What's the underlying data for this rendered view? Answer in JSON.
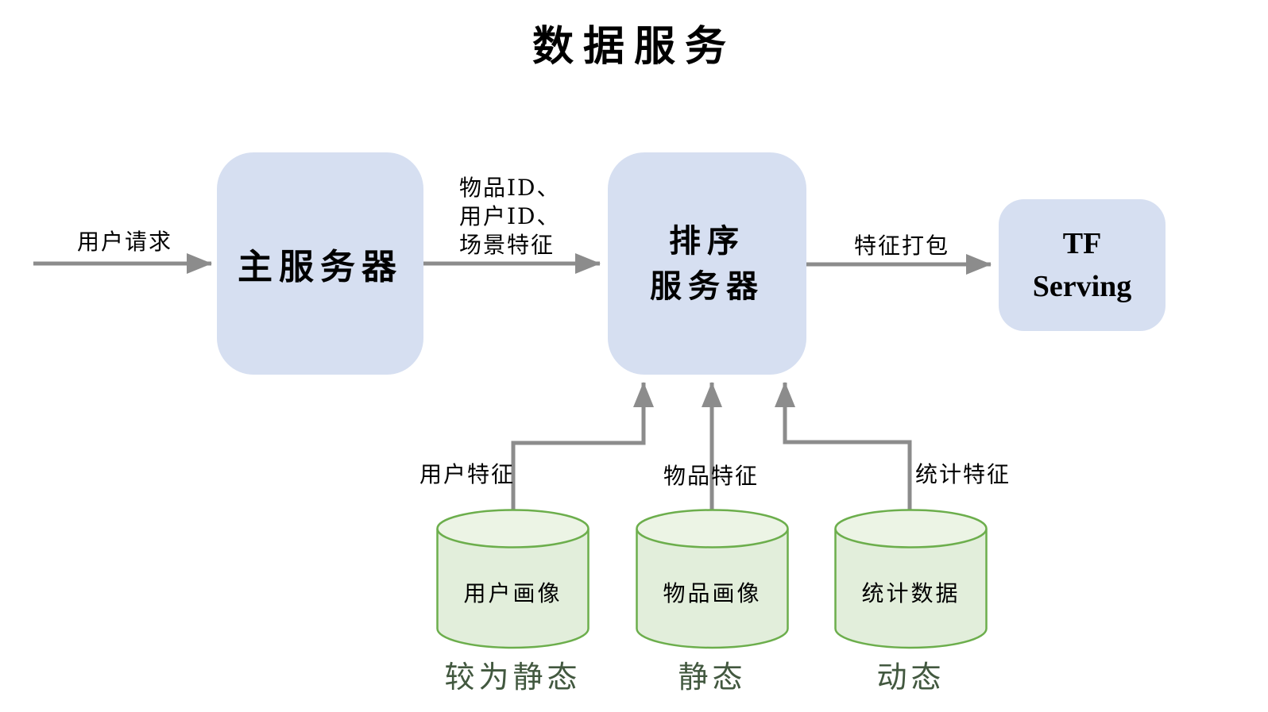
{
  "title": "数据服务",
  "colors": {
    "node_fill": "#d6dff1",
    "db_body_fill": "#e2eedb",
    "db_top_fill": "#ecf4e5",
    "db_stroke": "#6cae4c",
    "connector": "#8c8c8c",
    "label_text": "#000000",
    "annotation_text": "#42583f"
  },
  "nodes": {
    "main_server": {
      "label": "主服务器"
    },
    "ranking_server": {
      "lines": [
        "排序",
        "服务器"
      ]
    },
    "tf_serving": {
      "lines": [
        "TF",
        "Serving"
      ]
    }
  },
  "edges": {
    "user_request": {
      "label": "用户请求"
    },
    "request_payload": {
      "lines": [
        "物品ID、",
        "用户ID、",
        "场景特征"
      ]
    },
    "feature_packing": {
      "label": "特征打包"
    },
    "user_features": {
      "label": "用户特征"
    },
    "item_features": {
      "label": "物品特征"
    },
    "stat_features": {
      "label": "统计特征"
    }
  },
  "databases": [
    {
      "label": "用户画像",
      "annotation": "较为静态"
    },
    {
      "label": "物品画像",
      "annotation": "静态"
    },
    {
      "label": "统计数据",
      "annotation": "动态"
    }
  ]
}
